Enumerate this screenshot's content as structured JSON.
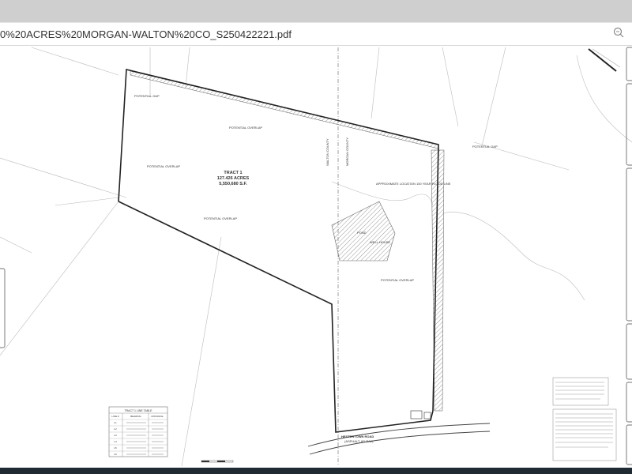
{
  "viewer": {
    "file_name": "0%20ACRES%20MORGAN-WALTON%20CO_S250422221.pdf",
    "zoom_icon": "zoom-out-icon"
  },
  "plat": {
    "tract_title": "TRACT 1",
    "tract_acres": "127.426 ACRES",
    "tract_sf": "5,550,680 S.F.",
    "road_name": "HESTERTOWN ROAD",
    "road_sub": "(ASPHALT, 60' R/W)",
    "walton_county": "WALTON COUNTY",
    "morgan_county": "MORGAN COUNTY",
    "potential_gap_left": "POTENTIAL GAP",
    "potential_gap_right": "POTENTIAL GAP",
    "overlap_top": "POTENTIAL OVERLAP",
    "overlap_left": "POTENTIAL OVERLAP",
    "overlap_mid": "POTENTIAL OVERLAP",
    "overlap_right": "POTENTIAL OVERLAP",
    "flood_label": "APPROXIMATE LOCATION 100 YEAR FLOOD LINE",
    "pond_label": "POND",
    "well_house": "WELL HOUSE",
    "line_table": {
      "title": "TRACT 1 LINE TABLE",
      "headers": [
        "LINE #",
        "BEARING",
        "DISTANCE"
      ],
      "rows": [
        [
          "L1",
          "",
          ""
        ],
        [
          "L2",
          "",
          ""
        ],
        [
          "L3",
          "",
          ""
        ],
        [
          "L4",
          "",
          ""
        ],
        [
          "L5",
          "",
          ""
        ],
        [
          "L6",
          "",
          ""
        ]
      ]
    }
  }
}
